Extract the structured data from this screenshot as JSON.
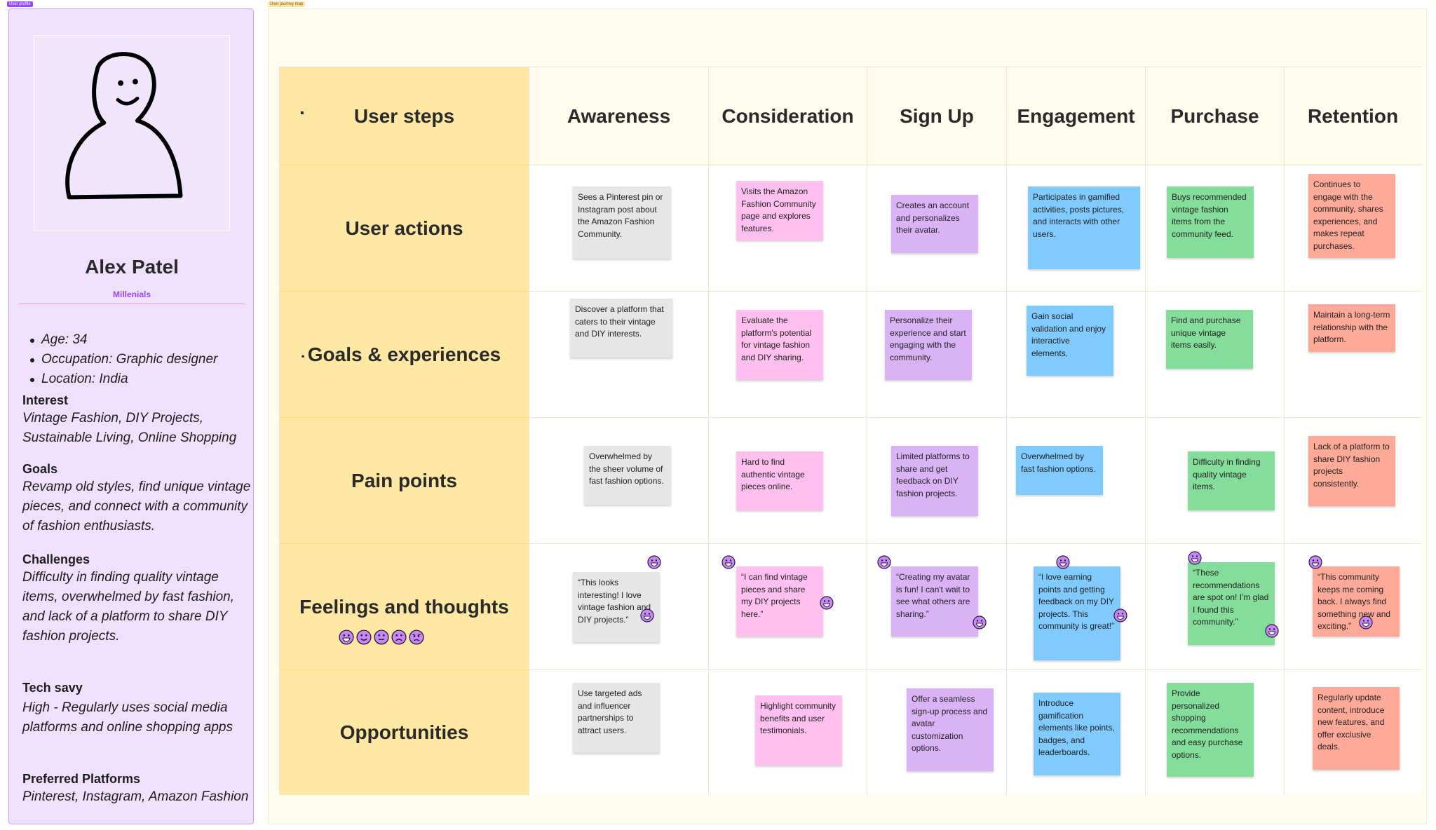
{
  "tags": {
    "profile": "User profile",
    "map": "User journey map"
  },
  "profile": {
    "name": "Alex Patel",
    "badge": "Millenials",
    "facts": [
      "Age: 34",
      "Occupation: Graphic designer",
      "Location: India"
    ],
    "interest": {
      "title": "Interest",
      "body": "Vintage Fashion, DIY Projects, Sustainable Living, Online Shopping"
    },
    "goals": {
      "title": "Goals",
      "body": "Revamp old styles, find unique vintage pieces, and connect with a community of fashion enthusiasts."
    },
    "challenges": {
      "title": "Challenges",
      "body": "Difficulty in finding quality vintage items, overwhelmed by fast fashion, and lack of a platform to share DIY fashion projects."
    },
    "tech": {
      "title": "Tech savy",
      "body": "High - Regularly uses social media platforms and online shopping apps"
    },
    "platforms": {
      "title": "Preferred Platforms",
      "body": "Pinterest, Instagram, Amazon Fashion"
    }
  },
  "journey": {
    "corner": "User steps",
    "stages": [
      "Awareness",
      "Consideration",
      "Sign Up",
      "Engagement",
      "Purchase",
      "Retention"
    ],
    "rows": [
      {
        "label": "User actions",
        "notes": [
          "Sees a Pinterest pin or Instagram post about the Amazon Fashion Community.",
          "Visits the Amazon Fashion Community page and explores features.",
          "Creates an account and personalizes their avatar.",
          "Participates in gamified activities, posts pictures, and interacts with other users.",
          "Buys recommended vintage fashion items from the community feed.",
          "Continues to engage with the community, shares experiences, and makes repeat purchases."
        ]
      },
      {
        "label": "Goals & experiences",
        "notes": [
          "Discover a platform that caters to their vintage and DIY interests.",
          "Evaluate the platform's potential for vintage fashion and DIY sharing.",
          "Personalize their experience and start engaging with the community.",
          "Gain social validation and enjoy interactive elements.",
          "Find and purchase unique vintage items easily.",
          "Maintain a long-term relationship with the platform."
        ]
      },
      {
        "label": "Pain points",
        "notes": [
          "Overwhelmed by the sheer volume of fast fashion options.",
          "Hard to find authentic vintage pieces online.",
          "Limited platforms to share and get feedback on DIY fashion projects.",
          "Overwhelmed by fast fashion options.",
          "Difficulty in finding quality vintage items.",
          "Lack of a platform to share DIY fashion projects consistently."
        ]
      },
      {
        "label": "Feelings and thoughts",
        "notes": [
          "“This looks interesting! I love vintage fashion and DIY projects.”",
          "“I can find vintage pieces and share my DIY projects here.”",
          "“Creating my avatar is fun! I can't wait to see what others are sharing.”",
          "“I love earning points and getting feedback on my DIY projects. This community is great!”",
          "“These recommendations are spot on! I'm glad I found this community.”",
          "“This community keeps me coming back. I always find something new and exciting.”"
        ]
      },
      {
        "label": "Opportunities",
        "notes": [
          "Use targeted ads and influencer partnerships to attract users.",
          "Highlight community benefits and user testimonials.",
          "Offer a seamless sign-up process and avatar customization options.",
          "Introduce gamification elements like points, badges, and leaderboards.",
          "Provide personalized shopping recommendations and easy purchase options.",
          "Regularly update content, introduce new features, and offer exclusive deals."
        ]
      }
    ]
  },
  "icons": {
    "mood_scale": [
      "grinning-face-icon",
      "smiling-face-icon",
      "neutral-face-icon",
      "frowning-face-icon",
      "angry-face-icon"
    ],
    "sticker": "grinning-face-icon"
  },
  "colors": {
    "profile_bg": "#efe1fc",
    "accent": "#9747ff",
    "row_header": "#ffe8a4",
    "gray": "#e6e6e6",
    "pink": "#ffc0ef",
    "violet": "#dab3f6",
    "blue": "#80caff",
    "green": "#84dd9b",
    "salmon": "#ffaa99"
  }
}
